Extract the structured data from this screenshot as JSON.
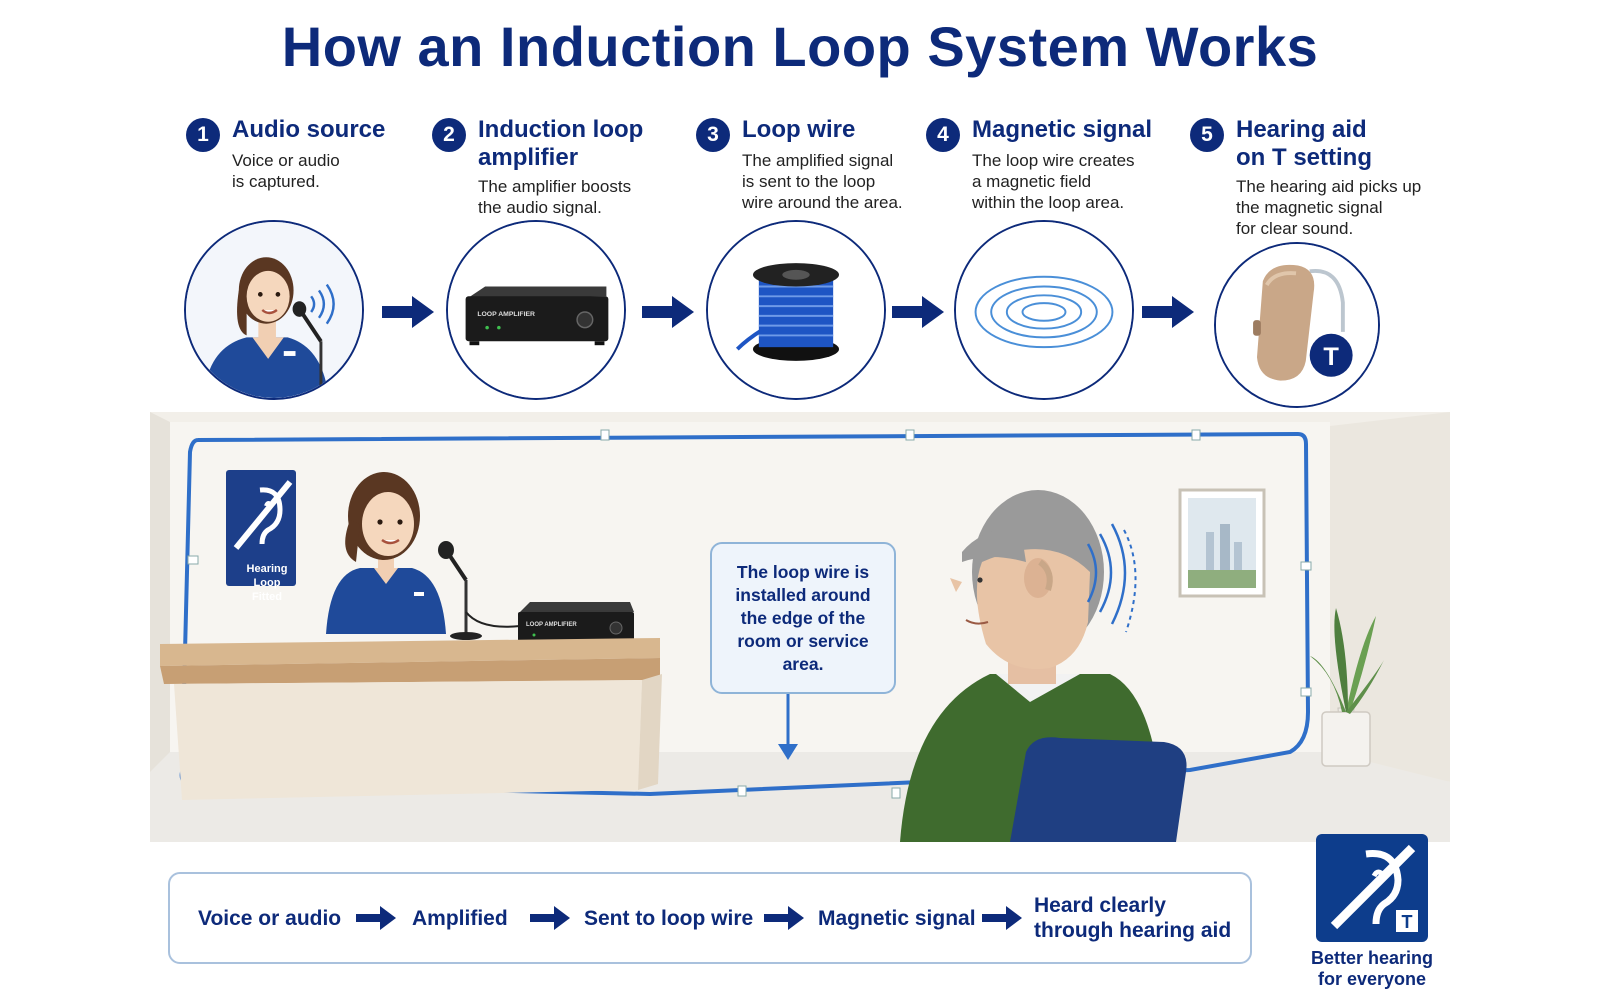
{
  "title": "How an Induction Loop System Works",
  "steps": [
    {
      "number": "1",
      "title_l1": "Audio source",
      "title_l2": "",
      "desc": [
        "Voice or audio",
        "is captured."
      ],
      "icon": "woman-speaking-into-microphone"
    },
    {
      "number": "2",
      "title_l1": "Induction loop",
      "title_l2": "amplifier",
      "desc": [
        "The amplifier boosts",
        "the audio signal."
      ],
      "icon": "loop-amplifier",
      "device_label": "LOOP AMPLIFIER"
    },
    {
      "number": "3",
      "title_l1": "Loop wire",
      "title_l2": "",
      "desc": [
        "The amplified signal",
        "is sent to the loop",
        "wire around the area."
      ],
      "icon": "wire-spool"
    },
    {
      "number": "4",
      "title_l1": "Magnetic signal",
      "title_l2": "",
      "desc": [
        "The loop wire creates",
        "a magnetic field",
        "within the loop area."
      ],
      "icon": "magnetic-field-rings"
    },
    {
      "number": "5",
      "title_l1": "Hearing aid",
      "title_l2": "on T setting",
      "desc": [
        "The hearing aid picks up",
        "the magnetic signal",
        "for clear sound."
      ],
      "icon": "hearing-aid",
      "badge_letter": "T"
    }
  ],
  "scene": {
    "sign_l1": "Hearing Loop",
    "sign_l2": "Fitted",
    "amplifier_label": "LOOP AMPLIFIER",
    "callout": "The loop wire is installed around the edge of the room or service area."
  },
  "flow": [
    "Voice or audio",
    "Amplified",
    "Sent to loop wire",
    "Magnetic signal",
    "Heard clearly through hearing aid"
  ],
  "badge": {
    "letter": "T",
    "caption_l1": "Better hearing",
    "caption_l2": "for everyone"
  },
  "colors": {
    "navy": "#0d2a7a",
    "loop_wire": "#2f6fc9",
    "shirt": "#1f4a9a",
    "sweater": "#3f6b2e"
  }
}
